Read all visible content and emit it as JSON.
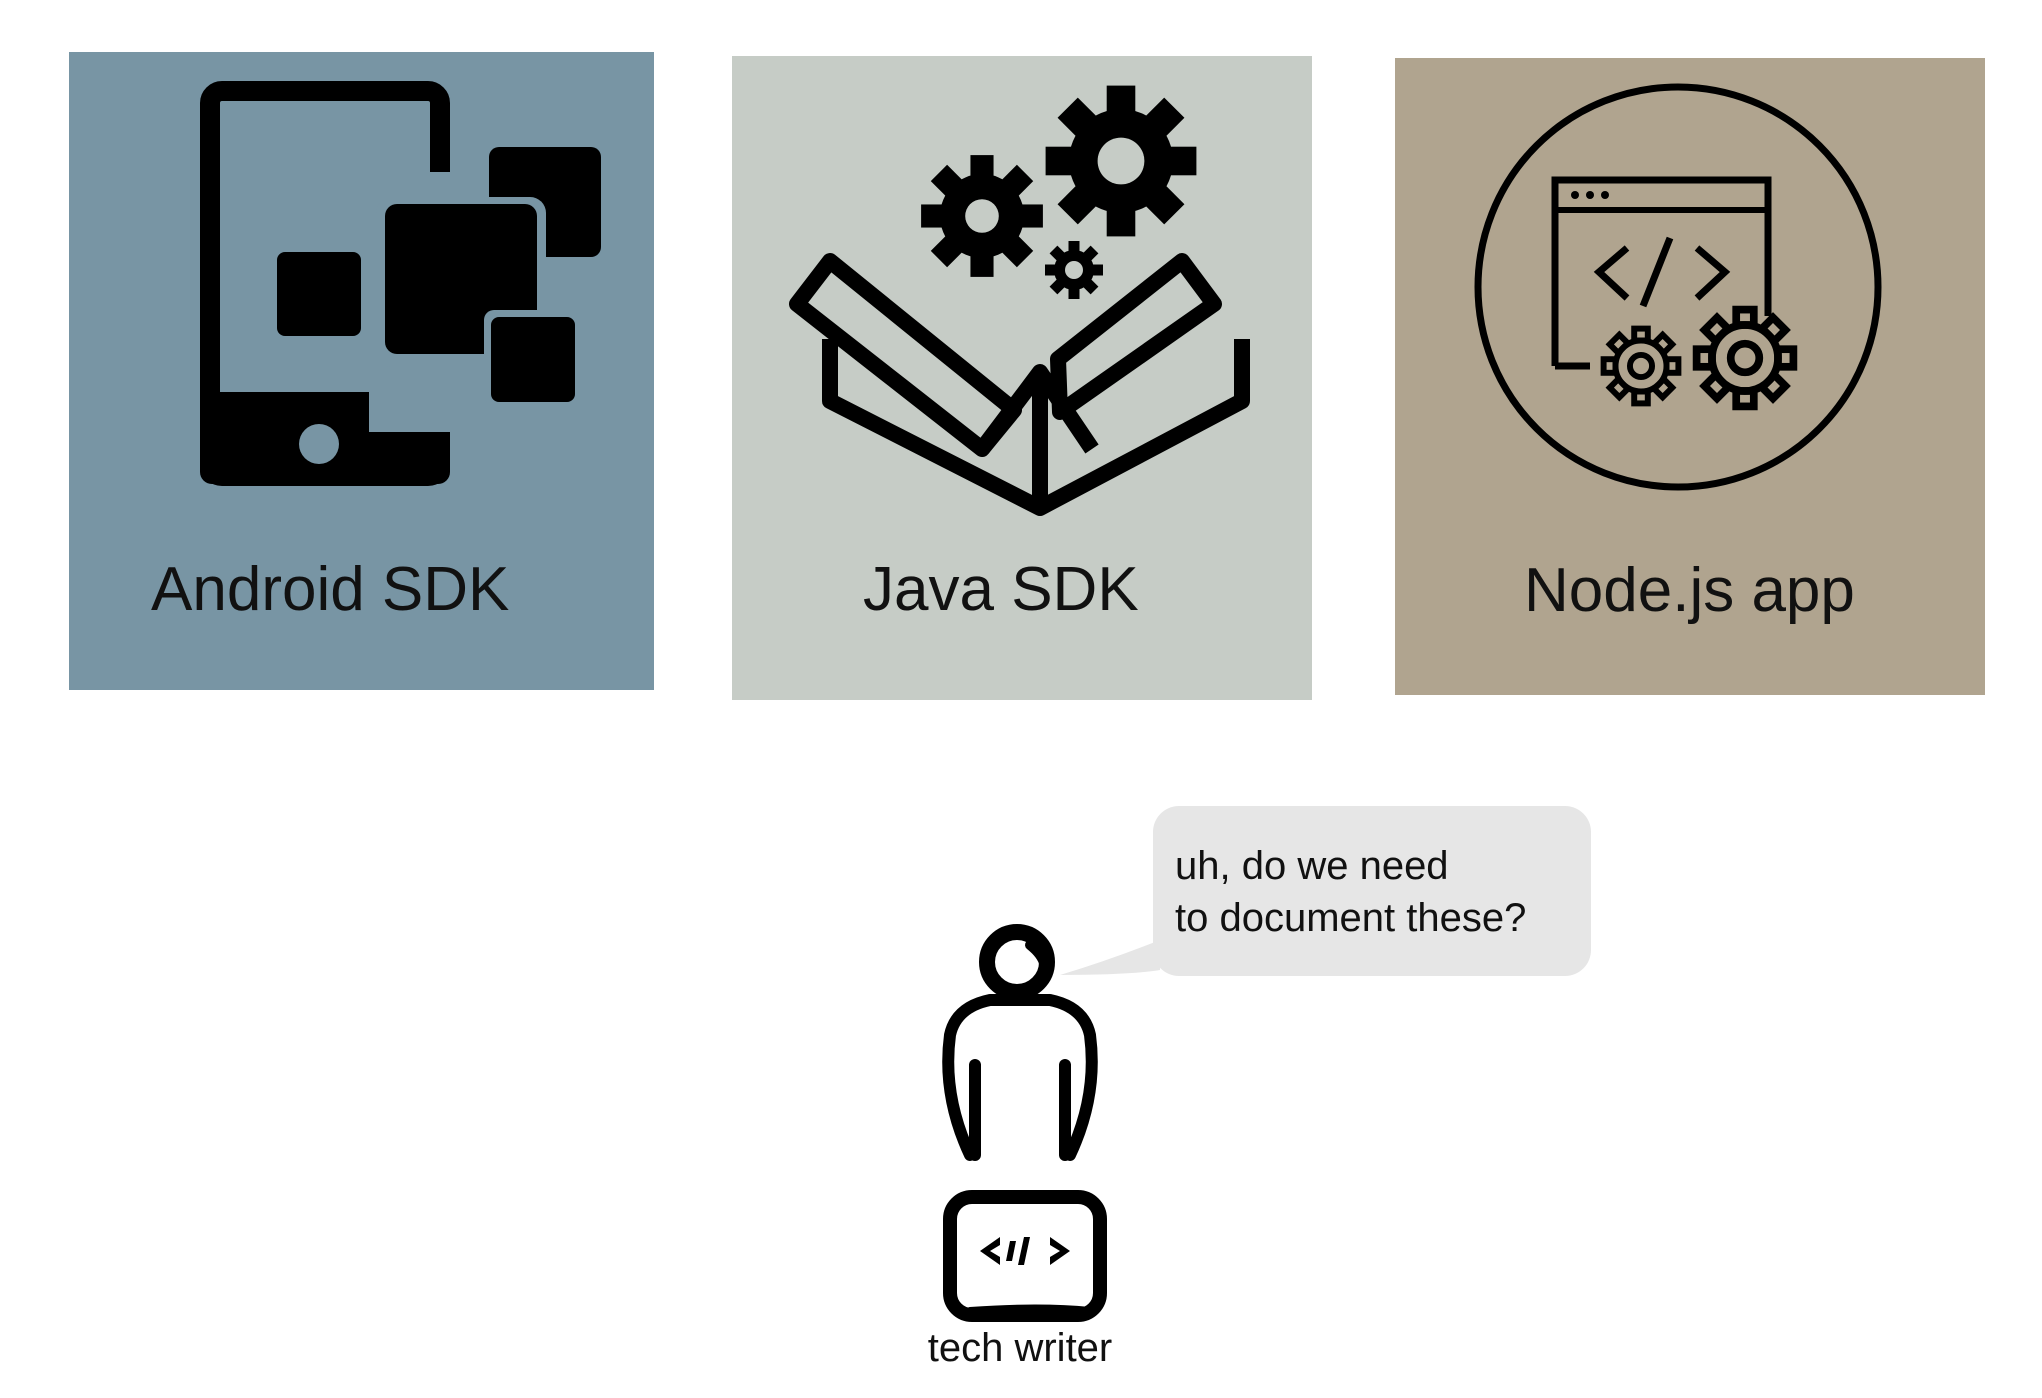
{
  "cards": [
    {
      "label": "Android SDK",
      "icon": "mobile-sdk-icon",
      "color": "#7895a4"
    },
    {
      "label": "Java SDK",
      "icon": "gears-box-icon",
      "color": "#c6ccc6"
    },
    {
      "label": "Node.js app",
      "icon": "code-window-gears-icon",
      "color": "#b0a48f"
    }
  ],
  "speech_bubble": {
    "line1": "uh, do we need",
    "line2": "to document these?",
    "color": "#e6e6e6"
  },
  "person": {
    "label": "tech writer",
    "icon": "person-laptop-icon"
  }
}
